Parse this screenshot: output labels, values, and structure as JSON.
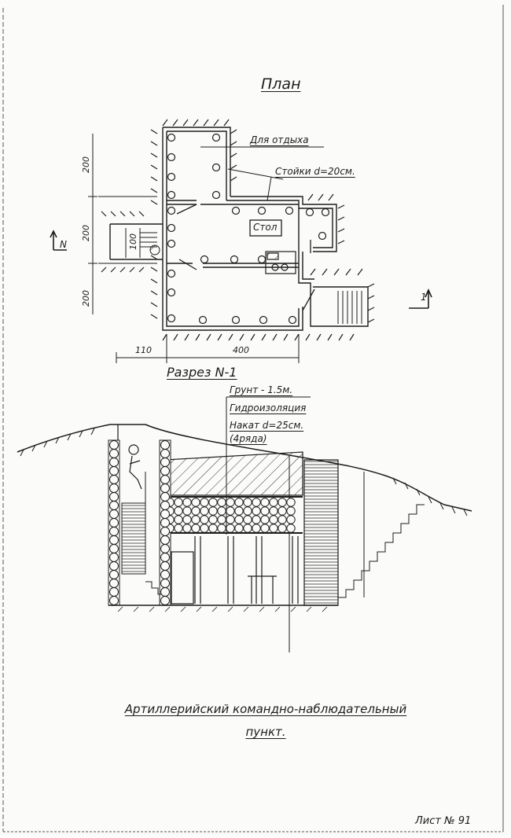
{
  "plan": {
    "title": "План",
    "label_rest": "Для отдыха",
    "label_posts": "Стойки d=20см.",
    "label_table": "Стол",
    "dimensions": {
      "v1": "200",
      "v2": "200",
      "v3": "200",
      "h1": "110",
      "h2": "400",
      "stair": "100"
    },
    "north_mark": "N",
    "section_mark": "1"
  },
  "section": {
    "title": "Разрез N-1",
    "label_soil": "Грунт - 1.5м.",
    "label_waterproof": "Гидроизоляция",
    "label_roof": "Накат d=25см.",
    "label_rows": "(4ряда)"
  },
  "caption": {
    "line1": "Артиллерийский командно-наблюдательный",
    "line2": "пункт."
  },
  "sheet": "Лист № 91",
  "colors": {
    "ink": "#1c1c1c",
    "paper": "#fbfbf9"
  }
}
